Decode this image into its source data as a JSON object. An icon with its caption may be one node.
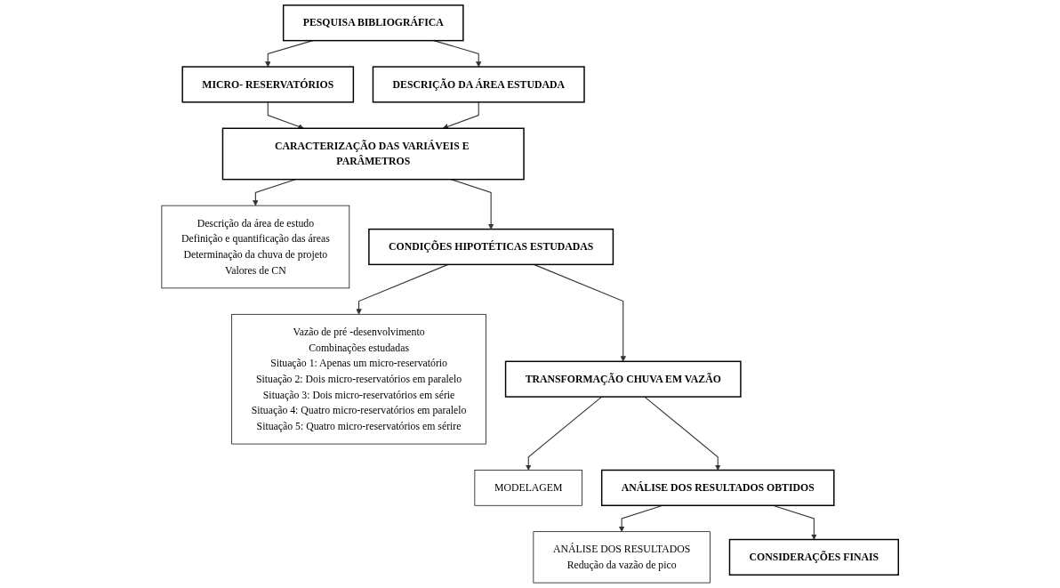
{
  "diagram": {
    "nodes": [
      {
        "text": [
          "PESQUISA BIBLIOGRÁFICA"
        ]
      },
      {
        "text": [
          "MICRO- RESERVATÓRIOS"
        ]
      },
      {
        "text": [
          "DESCRIÇÃO DA ÁREA ESTUDADA"
        ]
      },
      {
        "text": [
          "CARACTERIZAÇÃO DAS VARIÁVEIS E PARÂMETROS"
        ]
      },
      {
        "text": [
          "Descrição da área de estudo",
          "Definição e quantificação das áreas",
          "Determinação da chuva de projeto",
          "Valores de CN"
        ]
      },
      {
        "text": [
          "CONDIÇÕES HIPOTÉTICAS ESTUDADAS"
        ]
      },
      {
        "text": [
          "Vazão de pré -desenvolvimento",
          "Combinações estudadas",
          "Situação 1: Apenas um micro-reservatório",
          "Situação 2: Dois micro-reservatórios em paralelo",
          "Situação 3: Dois micro-reservatórios em série",
          "Situação 4: Quatro micro-reservatórios em paralelo",
          "Situação 5: Quatro micro-reservatórios em sérire"
        ]
      },
      {
        "text": [
          "TRANSFORMAÇÃO CHUVA EM VAZÃO"
        ]
      },
      {
        "text": [
          "MODELAGEM"
        ]
      },
      {
        "text": [
          "ANÁLISE DOS RESULTADOS OBTIDOS"
        ]
      },
      {
        "text": [
          "ANÁLISE DOS RESULTADOS",
          "Redução da vazão de pico"
        ]
      },
      {
        "text": [
          "CONSIDERAÇÕES FINAIS"
        ]
      }
    ],
    "edges": [
      {
        "from": 0,
        "to": 1,
        "arrow": "to"
      },
      {
        "from": 0,
        "to": 2,
        "arrow": "to"
      },
      {
        "from": 1,
        "to": 3,
        "arrow": "to"
      },
      {
        "from": 2,
        "to": 3,
        "arrow": "to"
      },
      {
        "from": 3,
        "to": 4,
        "arrow": "to"
      },
      {
        "from": 3,
        "to": 5,
        "arrow": "to"
      },
      {
        "from": 5,
        "to": 6,
        "arrow": "to"
      },
      {
        "from": 5,
        "to": 7,
        "arrow": "to"
      },
      {
        "from": 7,
        "to": 8,
        "arrow": "to"
      },
      {
        "from": 7,
        "to": 9,
        "arrow": "to"
      },
      {
        "from": 9,
        "to": 10,
        "arrow": "to"
      },
      {
        "from": 9,
        "to": 11,
        "arrow": "to"
      }
    ]
  }
}
